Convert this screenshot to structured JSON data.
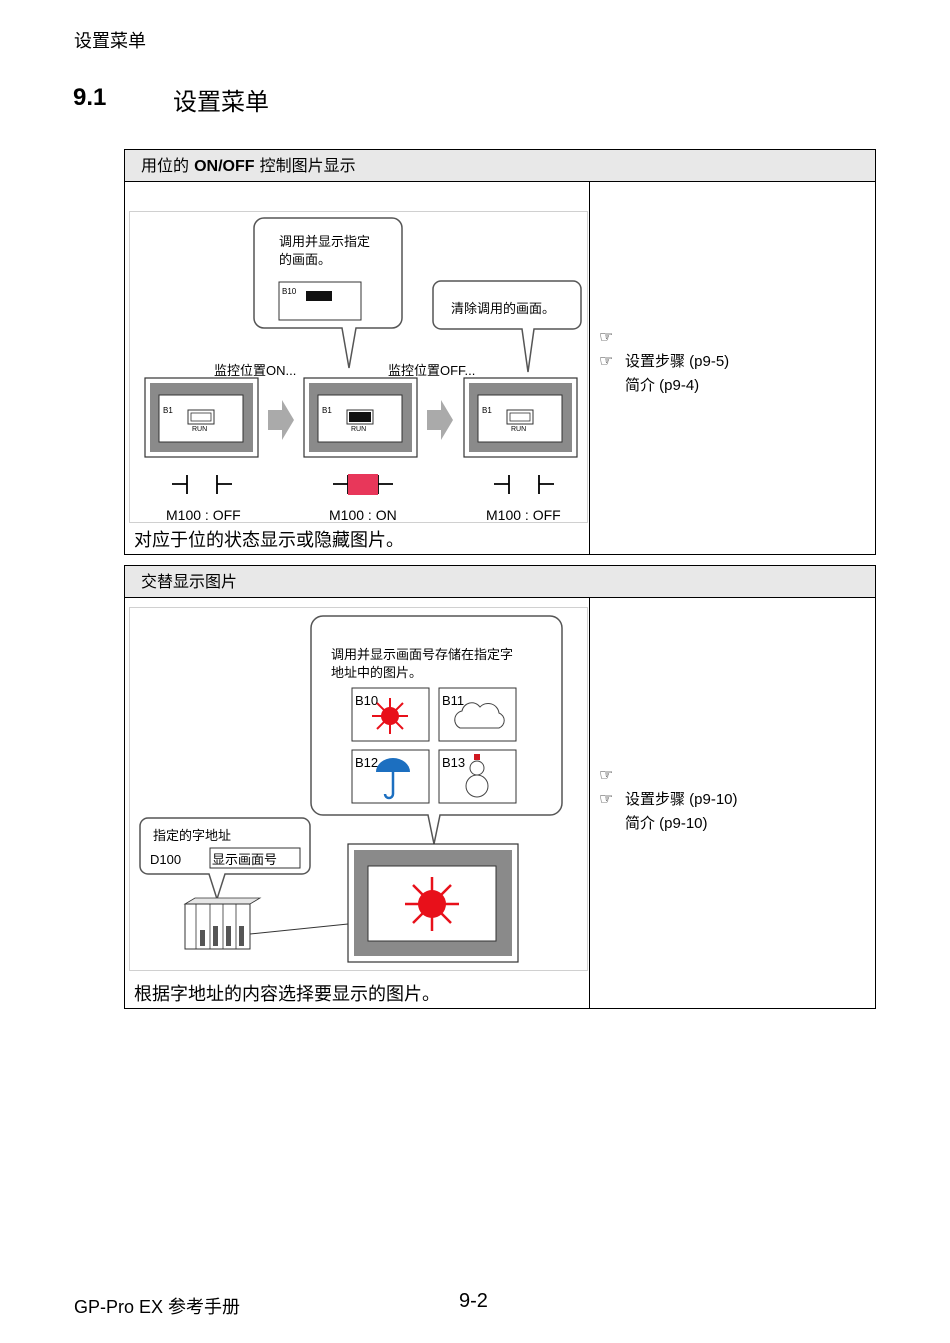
{
  "header": {
    "title": "设置菜单"
  },
  "section": {
    "number": "9.1",
    "title": "设置菜单"
  },
  "table1": {
    "heading_prefix": "用位的 ",
    "heading_bold": "ON/OFF",
    "heading_suffix": " 控制图片显示",
    "figure": {
      "bubble_left": [
        "调用并显示指定",
        "的画面。"
      ],
      "bubble_left_label": "B10",
      "bubble_right": "清除调用的画面。",
      "monitor_on": "监控位置ON...",
      "monitor_off": "监控位置OFF...",
      "screen_label": "B1",
      "run_label": "RUN",
      "bit_left": "M100 : OFF",
      "bit_mid": "M100 : ON",
      "bit_right": "M100 : OFF",
      "accent_color": "#e8375a"
    },
    "caption": "对应于位的状态显示或隐藏图片。",
    "refs": [
      "设置步骤 (p9-5)",
      "简介 (p9-4)"
    ]
  },
  "table2": {
    "heading": "交替显示图片",
    "figure": {
      "bubble_text": [
        "调用并显示画面号存储在指定字",
        "地址中的图片。"
      ],
      "parts": [
        "B10",
        "B11",
        "B12",
        "B13"
      ],
      "address_title": "指定的字地址",
      "address_device": "D100",
      "address_value": "显示画面号",
      "sun_color": "#e8101a",
      "umbrella_color": "#1c6fc0"
    },
    "caption": "根据字地址的内容选择要显示的图片。",
    "refs": [
      "设置步骤 (p9-10)",
      "简介 (p9-10)"
    ]
  },
  "footer": {
    "left": "GP-Pro EX 参考手册",
    "page": "9-2"
  }
}
